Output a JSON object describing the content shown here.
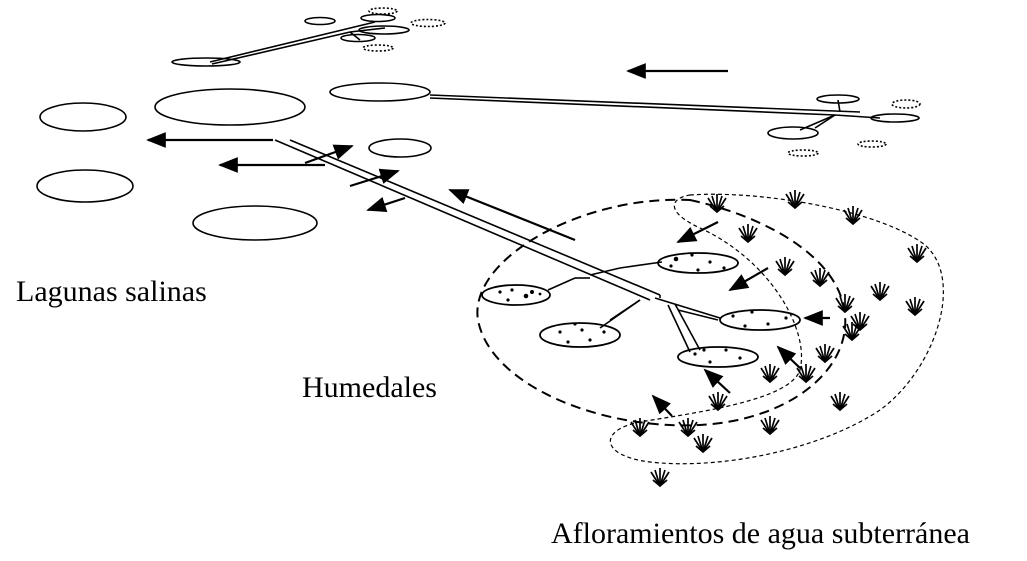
{
  "labels": {
    "lagunas": "Lagunas salinas",
    "humedales": "Humedales",
    "afloramientos": "Afloramientos de agua subterránea"
  },
  "colors": {
    "ink": "#000000",
    "background": "#ffffff"
  }
}
